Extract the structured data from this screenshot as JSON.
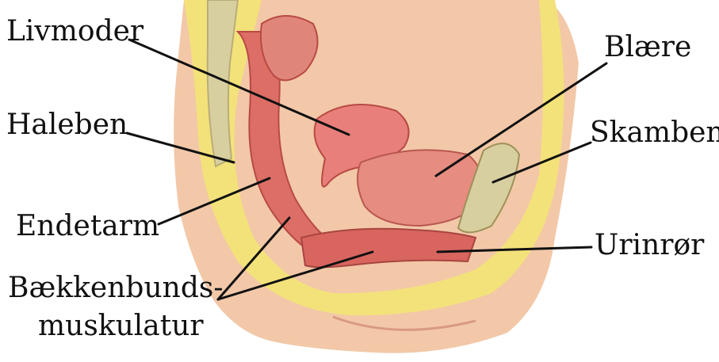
{
  "labels": {
    "livmoder": "Livmoder",
    "haleben": "Haleben",
    "endetarm": "Endetarm",
    "baekkenbund_line1": "Bækkenbunds-",
    "baekkenbund_line2": "muskulatur",
    "blaere": "Blære",
    "skamben": "Skamben",
    "urinror": "Urinrør"
  },
  "colors": {
    "skin": "#f2c8a8",
    "fat": "#f3e27a",
    "muscle": "#dd6e66",
    "muscle_light": "#f0a89a",
    "bladder": "#e68c80",
    "bone": "#d8cfa0",
    "leader": "#111111"
  }
}
